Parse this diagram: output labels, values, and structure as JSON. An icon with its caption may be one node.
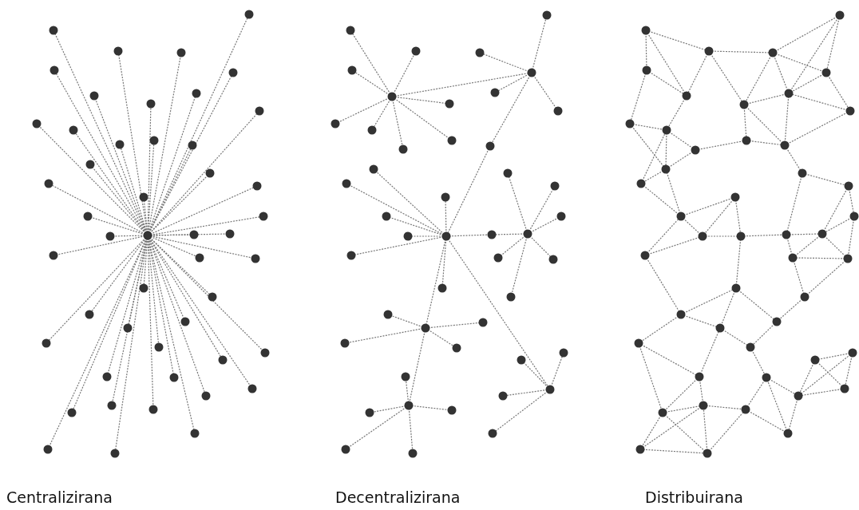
{
  "diagram": {
    "labels": [
      "Centralizirana",
      "Decentralizirana",
      "Distribuirana"
    ]
  }
}
